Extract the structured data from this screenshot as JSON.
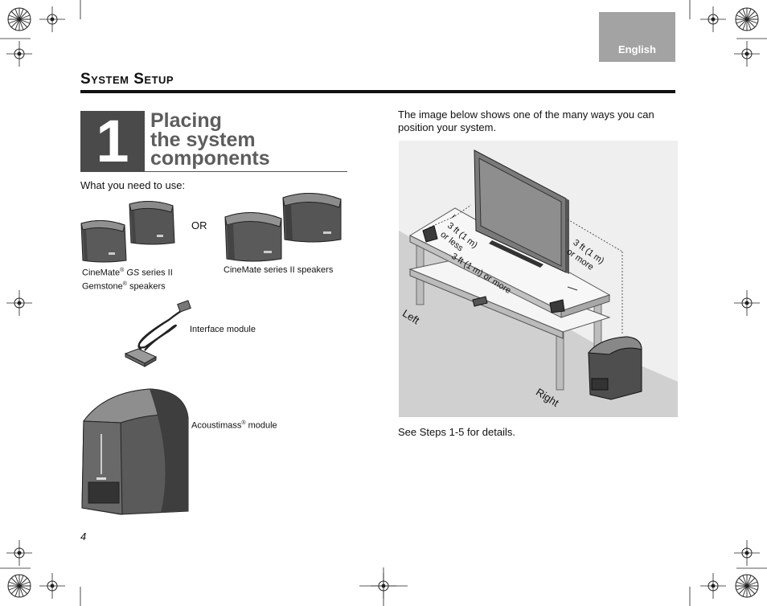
{
  "language_tab": "English",
  "section_title": "System Setup",
  "step": {
    "number": "1",
    "title_line1": "Placing",
    "title_line2": "the system",
    "title_line3": "components"
  },
  "need_to_use": "What you need to use:",
  "or_label": "OR",
  "gs_caption": {
    "brand": "CineMate",
    "reg": "®",
    "series_italic": "GS",
    "series_rest": " series II",
    "line2_brand": "Gemstone",
    "line2_rest": " speakers"
  },
  "cinemate_caption": "CineMate series II speakers",
  "interface_label": "Interface module",
  "acoustimass_label": {
    "name": "Acoustimass",
    "reg": "®",
    "rest": " module"
  },
  "intro_text": "The image below shows one of the many ways you can position your system.",
  "diagram_labels": {
    "left": "Left",
    "right": "Right",
    "dist_less_1": "3 ft (1 m)",
    "dist_less_2": "or less",
    "dist_more_mid": "3 ft (1 m) or more",
    "dist_more_right_1": "3 ft (1 m)",
    "dist_more_right_2": "or more"
  },
  "see_steps": "See Steps 1-5 for details.",
  "page_number": "4",
  "colors": {
    "tab": "#a3a3a3",
    "heading_gray": "#5d5d5d",
    "stepbox": "#4a4a4a"
  }
}
